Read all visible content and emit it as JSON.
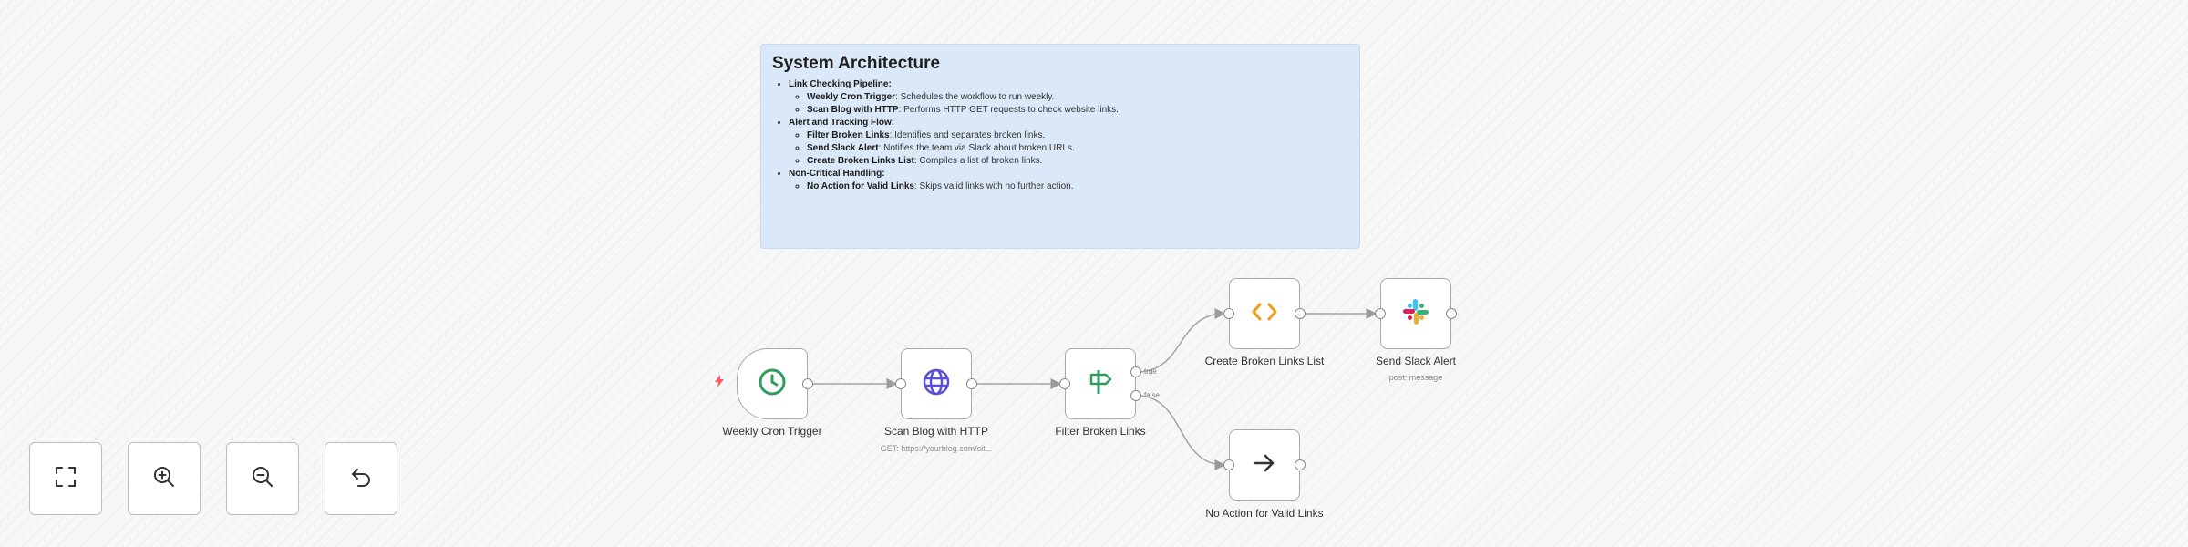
{
  "sticky": {
    "title": "System Architecture",
    "sections": [
      {
        "heading": "Link Checking Pipeline:",
        "items": [
          {
            "name": "Weekly Cron Trigger",
            "desc": ": Schedules the workflow to run weekly."
          },
          {
            "name": "Scan Blog with HTTP",
            "desc": ": Performs HTTP GET requests to check website links."
          }
        ]
      },
      {
        "heading": "Alert and Tracking Flow:",
        "items": [
          {
            "name": "Filter Broken Links",
            "desc": ": Identifies and separates broken links."
          },
          {
            "name": "Send Slack Alert",
            "desc": ": Notifies the team via Slack about broken URLs."
          },
          {
            "name": "Create Broken Links List",
            "desc": ": Compiles a list of broken links."
          }
        ]
      },
      {
        "heading": "Non-Critical Handling:",
        "items": [
          {
            "name": "No Action for Valid Links",
            "desc": ": Skips valid links with no further action."
          }
        ]
      }
    ]
  },
  "nodes": {
    "cron": {
      "label": "Weekly Cron Trigger"
    },
    "http": {
      "label": "Scan Blog with HTTP",
      "sub": "GET: https://yourblog.com/sit..."
    },
    "filter": {
      "label": "Filter Broken Links",
      "true_label": "true",
      "false_label": "false"
    },
    "code": {
      "label": "Create Broken Links List"
    },
    "slack": {
      "label": "Send Slack Alert",
      "sub": "post: message"
    },
    "noop": {
      "label": "No Action for Valid Links"
    }
  },
  "colors": {
    "clock": "#2e9c5d",
    "globe": "#5a4fd6",
    "signpost": "#2e9c5d",
    "code": "#f29d19",
    "trigger_bolt": "#ff5a5f"
  },
  "icons": {
    "cron": "clock-icon",
    "http": "globe-icon",
    "filter": "signpost-icon",
    "code": "code-brackets-icon",
    "slack": "slack-icon",
    "noop": "arrow-right-icon",
    "trigger_indicator": "lightning-bolt-icon"
  },
  "controls": [
    {
      "icon": "fit-view-icon"
    },
    {
      "icon": "zoom-in-icon"
    },
    {
      "icon": "zoom-out-icon"
    },
    {
      "icon": "undo-icon"
    }
  ]
}
